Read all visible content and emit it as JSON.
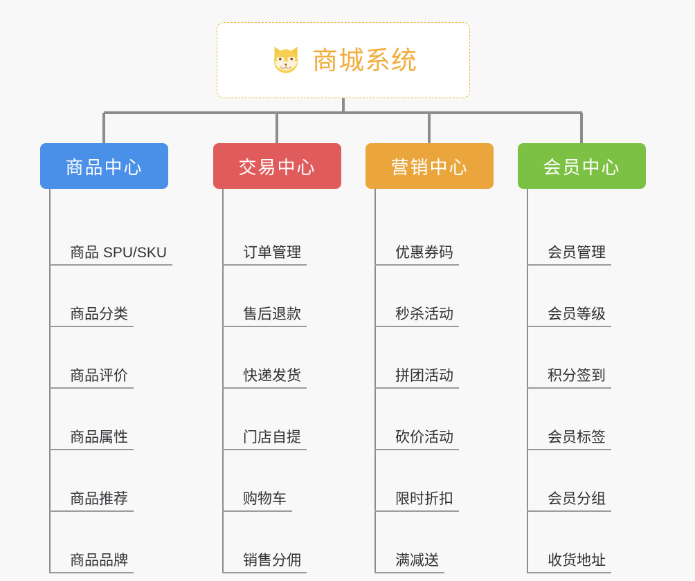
{
  "page": {
    "background_color": "#f8f8f8",
    "diagram_type": "organization-tree"
  },
  "root": {
    "title": "商城系统",
    "icon": "shiba-dog-face-icon",
    "text_color": "#f0ad3e",
    "border_color": "#f0b23c",
    "background_color": "#ffffff"
  },
  "connector": {
    "color": "#8c8c8c"
  },
  "columns": [
    {
      "title": "商品中心",
      "color": "#4a90e8",
      "items": [
        "商品 SPU/SKU",
        "商品分类",
        "商品评价",
        "商品属性",
        "商品推荐",
        "商品品牌"
      ]
    },
    {
      "title": "交易中心",
      "color": "#e05c5c",
      "items": [
        "订单管理",
        "售后退款",
        "快递发货",
        "门店自提",
        "购物车",
        "销售分佣"
      ]
    },
    {
      "title": "营销中心",
      "color": "#eaa63c",
      "items": [
        "优惠券码",
        "秒杀活动",
        "拼团活动",
        "砍价活动",
        "限时折扣",
        "满减送"
      ]
    },
    {
      "title": "会员中心",
      "color": "#7dc144",
      "items": [
        "会员管理",
        "会员等级",
        "积分签到",
        "会员标签",
        "会员分组",
        "收货地址"
      ]
    }
  ]
}
